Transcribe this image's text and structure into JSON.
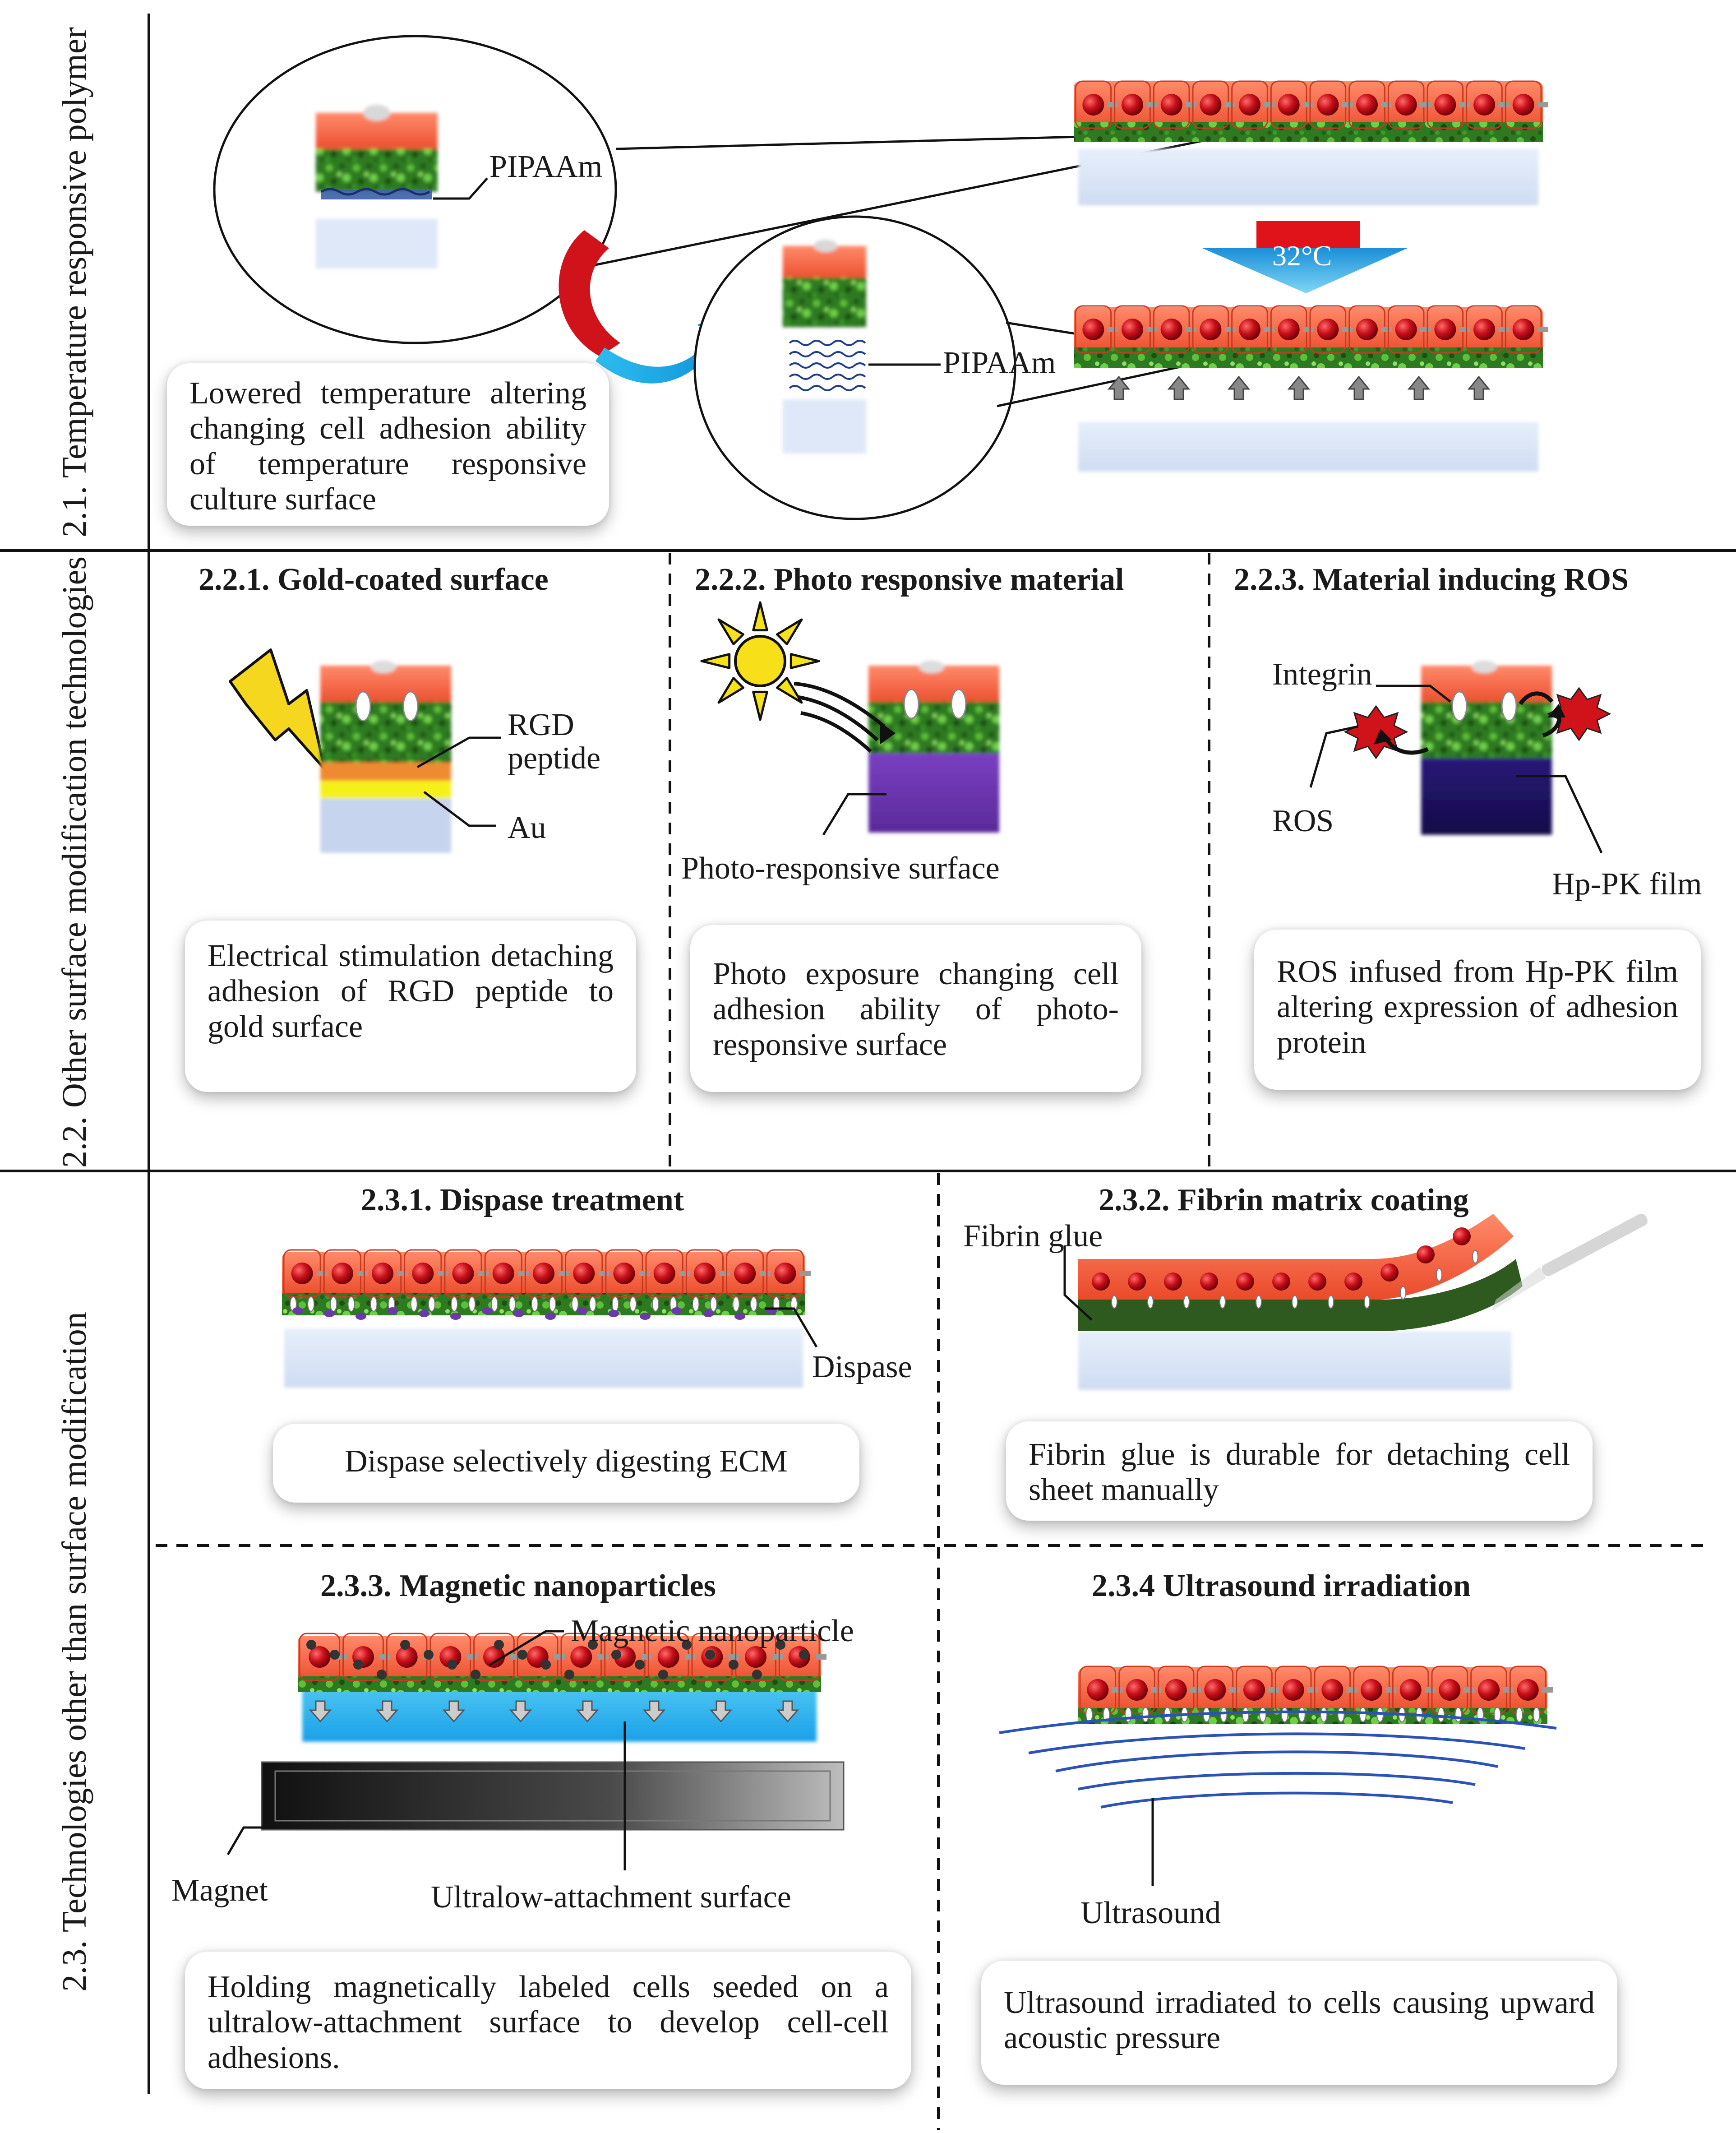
{
  "sections": {
    "s21": {
      "label": "2.1. Temperature responsive polymer"
    },
    "s22": {
      "label": "2.2. Other surface modification technologies"
    },
    "s23": {
      "label": "2.3. Technologies other than surface modification"
    }
  },
  "temperature": {
    "pipaam_top": "PIPAAm",
    "pipaam_bottom": "PIPAAm",
    "temp": "32°C",
    "callout": "Lowered temperature altering changing cell adhesion ability of temperature responsive culture surface"
  },
  "gold": {
    "title": "2.2.1. Gold-coated surface",
    "rgd": "RGD peptide",
    "au": "Au",
    "callout": "Electrical stimulation detaching adhesion of RGD peptide to gold surface"
  },
  "photo": {
    "title": "2.2.2. Photo responsive material",
    "surface_label": "Photo-responsive surface",
    "callout": "Photo exposure changing cell adhesion ability of photo-responsive surface"
  },
  "ros": {
    "title": "2.2.3. Material inducing ROS",
    "integrin": "Integrin",
    "ros_label": "ROS",
    "film": "Hp-PK film",
    "callout": "ROS infused from Hp-PK film altering expression of adhesion protein"
  },
  "dispase": {
    "title": "2.3.1. Dispase treatment",
    "label": "Dispase",
    "callout": "Dispase selectively digesting ECM"
  },
  "fibrin": {
    "title": "2.3.2. Fibrin matrix coating",
    "label": "Fibrin glue",
    "callout": "Fibrin glue is durable for detaching cell sheet manually"
  },
  "magnetic": {
    "title": "2.3.3. Magnetic nanoparticles",
    "nanoparticle": "Magnetic nanoparticle",
    "magnet": "Magnet",
    "surface": "Ultralow-attachment surface",
    "callout": "Holding magnetically labeled cells seeded on a ultralow-attachment surface to develop cell-cell adhesions."
  },
  "ultrasound": {
    "title": "2.3.4 Ultrasound irradiation",
    "label": "Ultrasound",
    "callout": "Ultrasound irradiated to cells causing upward acoustic pressure"
  },
  "colors": {
    "cell": "#f25c3a",
    "nucleus": "#c8101a",
    "ecm": "#2e7d22",
    "substrate": "#dbe6f6",
    "gold": "#f5e61b",
    "rgd": "#f08a30",
    "photo_surface": "#6a35b0",
    "hppk_film": "#1c1260",
    "arrow_blue": "#1aa7e6",
    "arrow_red": "#d0121a",
    "ultralow": "#1ab3f0"
  }
}
